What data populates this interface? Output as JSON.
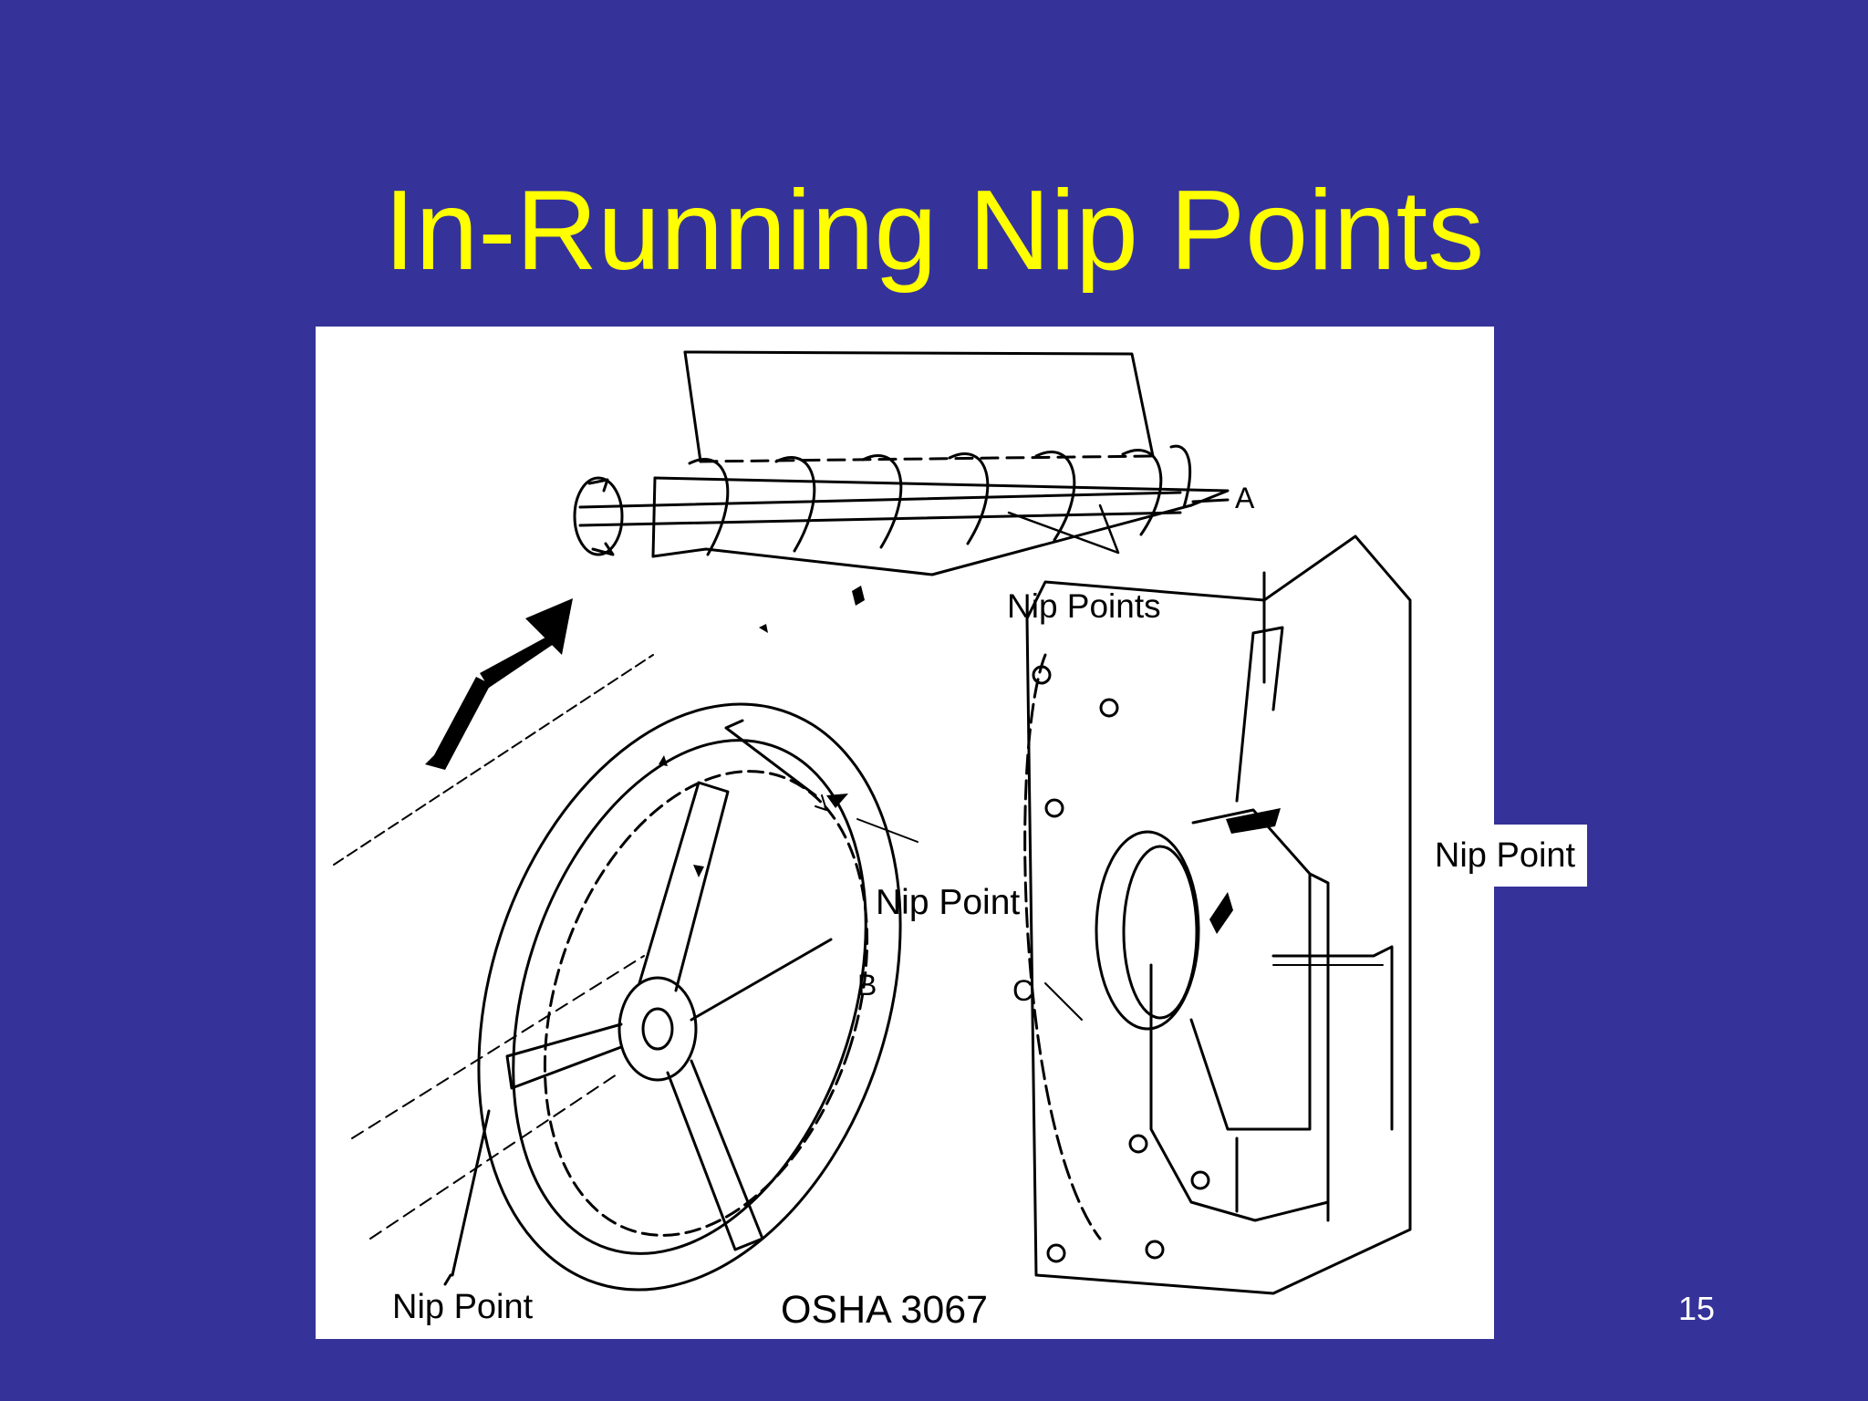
{
  "slide": {
    "title": "In-Running Nip Points",
    "slide_number": "15",
    "background_color": "#353399",
    "title_color": "#FFFF00"
  },
  "figure": {
    "label_nip_points_top": "Nip Points",
    "label_nip_point_b": "Nip Point",
    "label_nip_point_bottom": "Nip Point",
    "label_nip_point_right": "Nip Point",
    "letter_a": "A",
    "letter_b": "B",
    "letter_c": "C",
    "source": "OSHA 3067",
    "illustrations": [
      "screw-conveyor-illustration",
      "handwheel-illustration",
      "bench-grinder-illustration"
    ]
  }
}
